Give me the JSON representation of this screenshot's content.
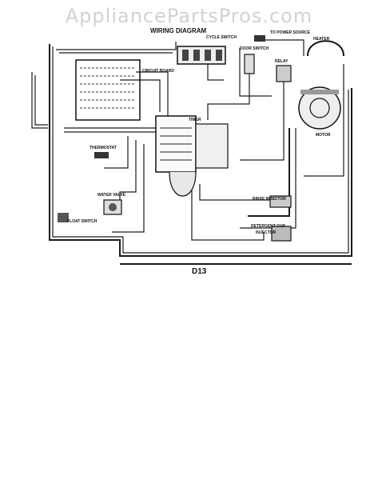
{
  "watermark": "AppliancePartsPros.com",
  "diagram": {
    "title": "WIRING DIAGRAM",
    "model": "D13",
    "labels": {
      "cycle_switch": "CYCLE SWITCH",
      "power_source": "TO POWER SOURCE",
      "heater": "HEATER",
      "door_switch": "DOOR SWITCH",
      "relay": "RELAY",
      "circuit_board": "CIRCUIT BOARD",
      "timer": "TIMER",
      "motor": "MOTOR",
      "thermostat": "THERMOSTAT",
      "water_valve": "WATER VALVE",
      "rinse_injector": "RINSE INJECTOR",
      "detergent_cup": "DETERGENT CUP",
      "injector": "INJECTOR",
      "float_switch": "FLOAT SWITCH"
    }
  }
}
